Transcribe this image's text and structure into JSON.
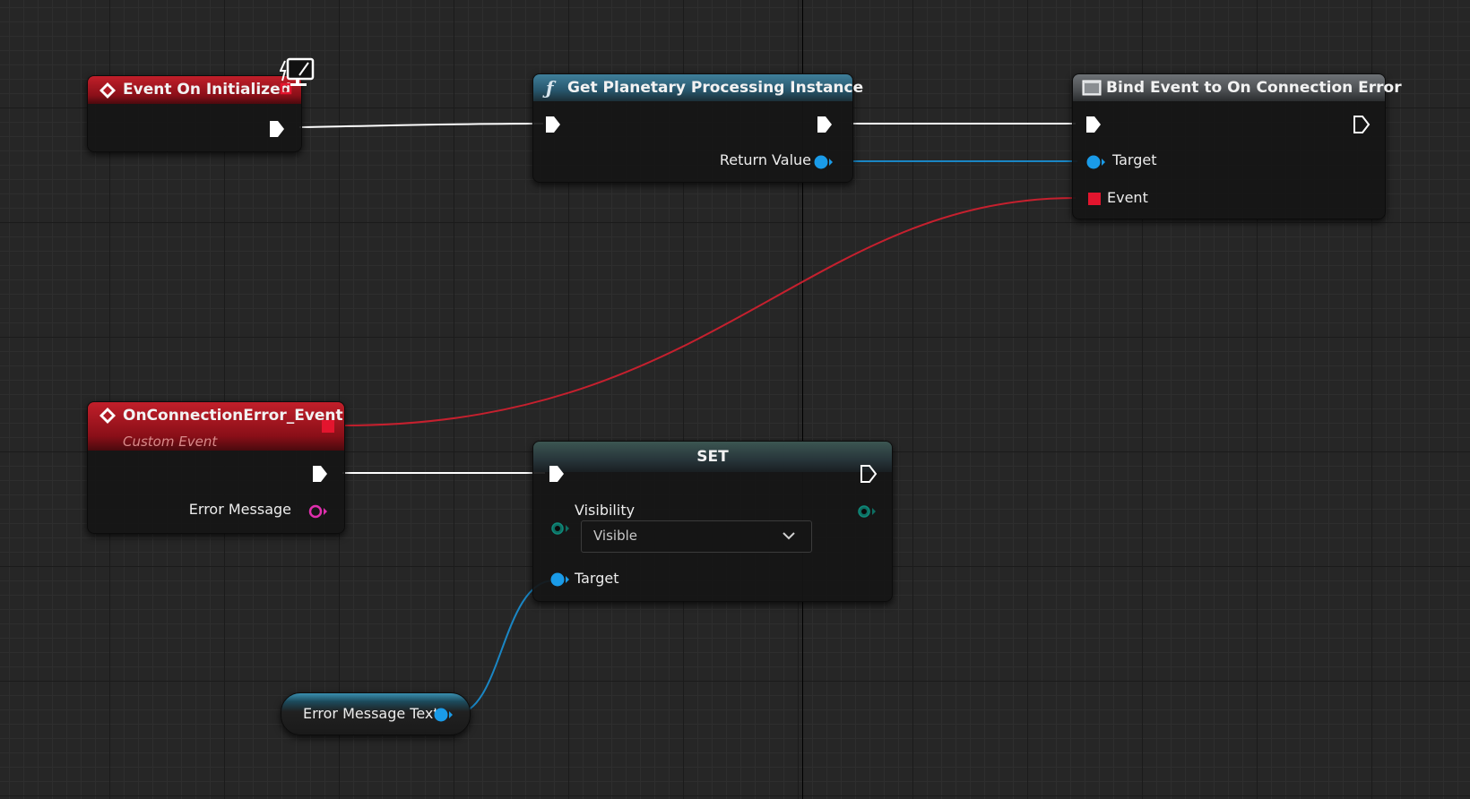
{
  "nodes": {
    "event_initialized": {
      "title": "Event On Initialized",
      "color": "#b01a24"
    },
    "get_instance": {
      "title": "Get Planetary Processing Instance",
      "return_label": "Return Value",
      "color": "#3a7896"
    },
    "bind_event": {
      "title": "Bind Event to On Connection Error",
      "target_label": "Target",
      "event_label": "Event",
      "color": "#5c5f62"
    },
    "custom_event": {
      "title": "OnConnectionError_Event",
      "subtitle": "Custom Event",
      "error_label": "Error Message",
      "color": "#b01a24"
    },
    "set_node": {
      "title": "SET",
      "visibility_label": "Visibility",
      "visibility_value": "Visible",
      "target_label": "Target",
      "color": "#2f4744"
    },
    "var_node": {
      "label": "Error Message Text",
      "color": "#2a8fc9"
    }
  },
  "pin_colors": {
    "exec": "#ffffff",
    "object": "#1a9be8",
    "delegate": "#e3152e",
    "text": "#e02fae",
    "enum": "#0d6e62"
  },
  "icons": [
    "event-diamond-icon",
    "function-icon",
    "bind-event-icon",
    "monitor-client-icon",
    "dropdown-chevron-icon"
  ]
}
